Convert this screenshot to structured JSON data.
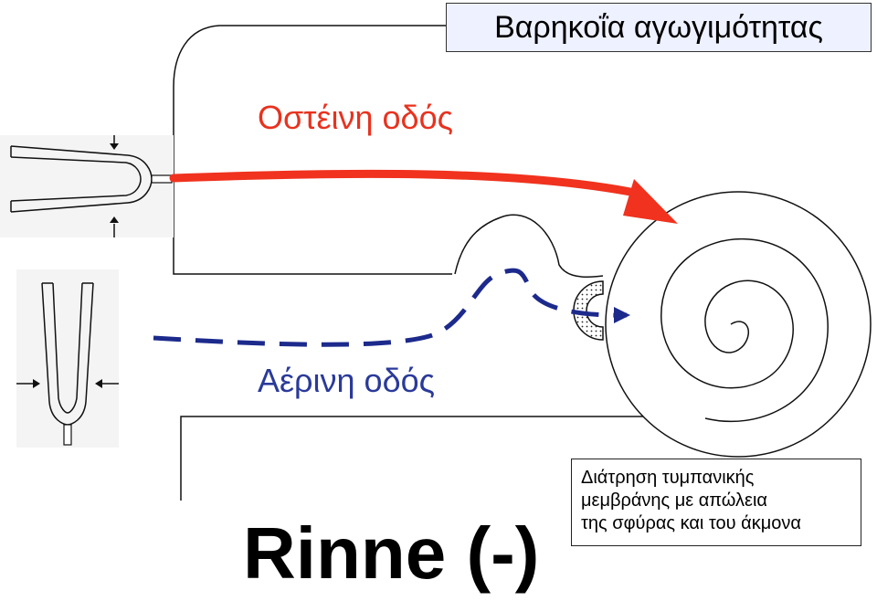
{
  "title": "Βαρηκοΐα αγωγιμότητας",
  "bone_conduction_label": "Οστέινη οδός",
  "air_conduction_label": "Αέρινη οδός",
  "test_result": "Rinne (-)",
  "note_lines": [
    "Διάτρηση τυμπανικής",
    "μεμβράνης με απώλεια",
    "της σφύρας και του άκμονα"
  ],
  "colors": {
    "bone_path": "#f0321e",
    "air_path": "#1c2a8c",
    "title_box_bg": "#eef1ff"
  },
  "icons": [
    "tuning-fork-icon",
    "cochlea-icon",
    "middle-ear-icon"
  ]
}
